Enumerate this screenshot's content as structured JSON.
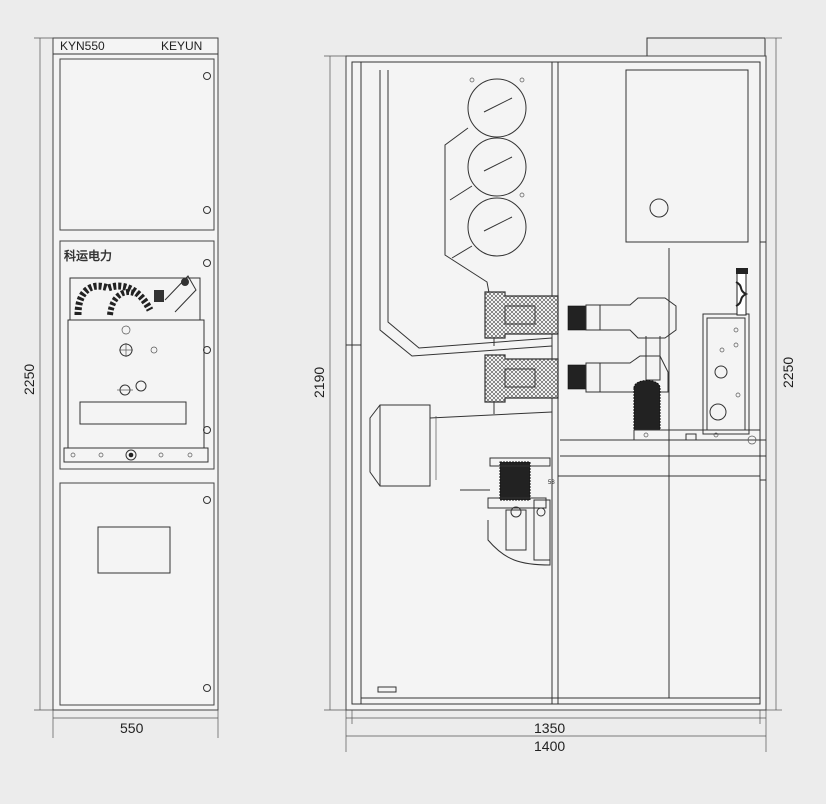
{
  "front_view": {
    "model": "KYN550",
    "maker": "KEYUN",
    "brand_cn": "科运电力",
    "height_dim": "2250",
    "width_dim": "550"
  },
  "side_view": {
    "height_inner_dim": "2190",
    "height_outer_dim": "2250",
    "depth_inner_dim": "1350",
    "depth_outer_dim": "1400",
    "detail_dim": "58"
  }
}
